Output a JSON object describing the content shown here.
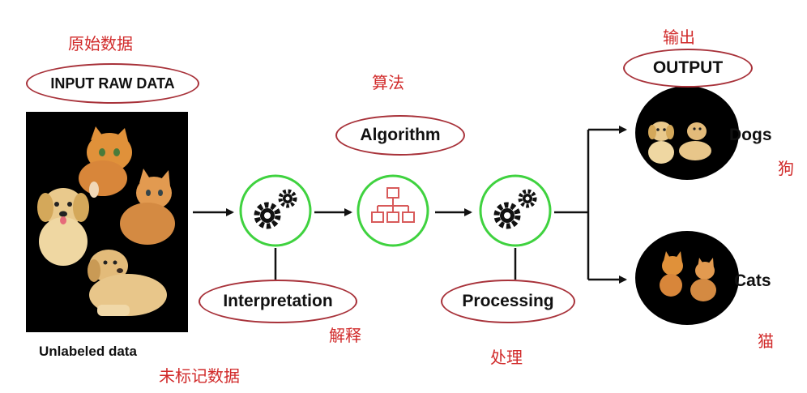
{
  "labels": {
    "raw_cn": "原始数据",
    "raw_en": "INPUT RAW DATA",
    "unlabeled_en": "Unlabeled data",
    "unlabeled_cn": "未标记数据",
    "algo_cn": "算法",
    "algo_en": "Algorithm",
    "interp_en": "Interpretation",
    "interp_cn": "解释",
    "proc_en": "Processing",
    "proc_cn": "处理",
    "output_cn": "输出",
    "output_en": "OUTPUT",
    "dogs_en": "Dogs",
    "dogs_cn": "狗",
    "cats_en": "Cats",
    "cats_cn": "猫"
  },
  "colors": {
    "circle_border": "#3fd23f",
    "oval_border": "#a8323a",
    "chinese_text": "#d12a2a",
    "algorithm_icon": "#d85a5a"
  },
  "icons": [
    "gears-icon",
    "flowchart-icon",
    "gears-icon",
    "arrow-icon"
  ]
}
